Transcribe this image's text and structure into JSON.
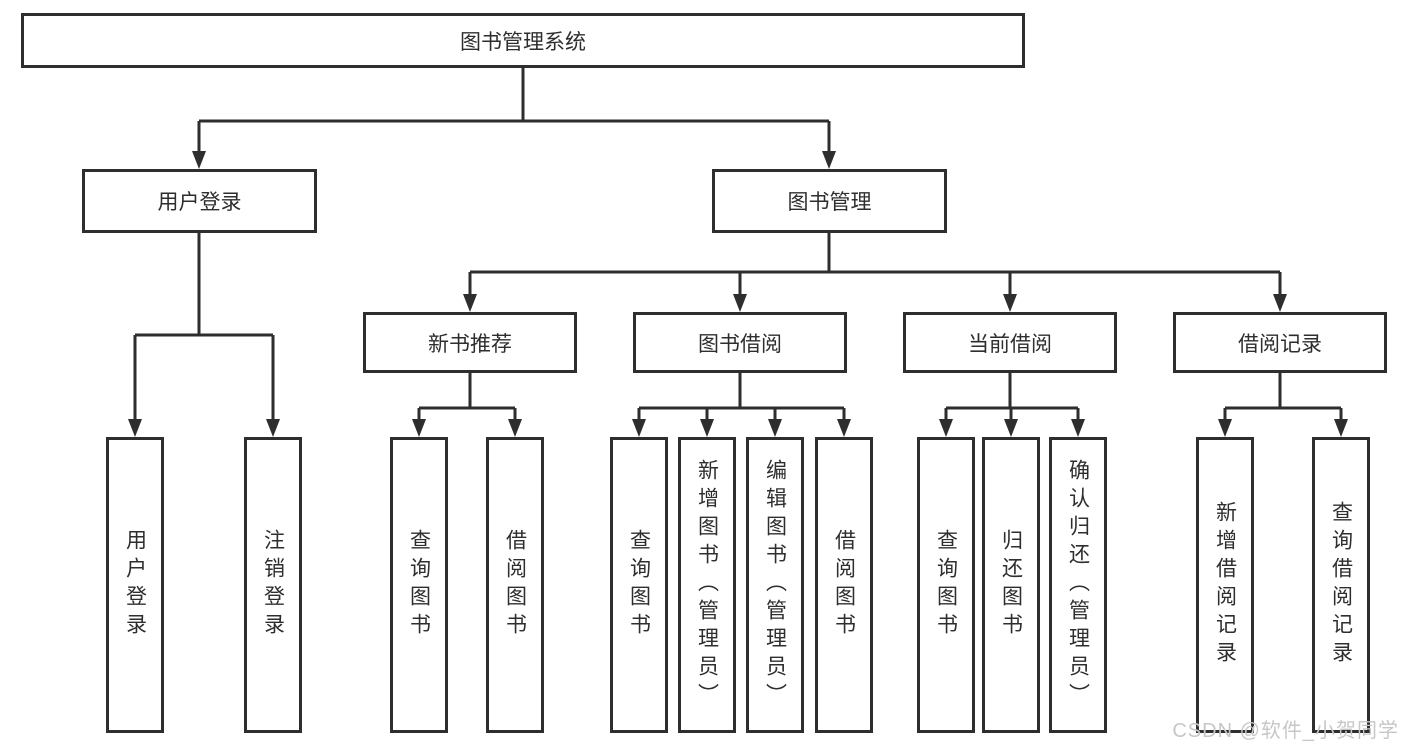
{
  "diagram": {
    "root": {
      "label": "图书管理系统"
    },
    "branches": [
      {
        "label": "用户登录",
        "children": [
          {
            "label": "用户登录"
          },
          {
            "label": "注销登录"
          }
        ]
      },
      {
        "label": "图书管理",
        "children": [
          {
            "label": "新书推荐",
            "children": [
              {
                "label": "查询图书"
              },
              {
                "label": "借阅图书"
              }
            ]
          },
          {
            "label": "图书借阅",
            "children": [
              {
                "label": "查询图书"
              },
              {
                "label": "新增图书（管理员）"
              },
              {
                "label": "编辑图书（管理员）"
              },
              {
                "label": "借阅图书"
              }
            ]
          },
          {
            "label": "当前借阅",
            "children": [
              {
                "label": "查询图书"
              },
              {
                "label": "归还图书"
              },
              {
                "label": "确认归还（管理员）"
              }
            ]
          },
          {
            "label": "借阅记录",
            "children": [
              {
                "label": "新增借阅记录"
              },
              {
                "label": "查询借阅记录"
              }
            ]
          }
        ]
      }
    ]
  },
  "watermark": {
    "text": "CSDN @软件_小贺同学"
  },
  "colors": {
    "line": "#2e2e2e",
    "text": "#2e2e2e",
    "watermark": "#c7c7c7",
    "background": "#ffffff"
  }
}
